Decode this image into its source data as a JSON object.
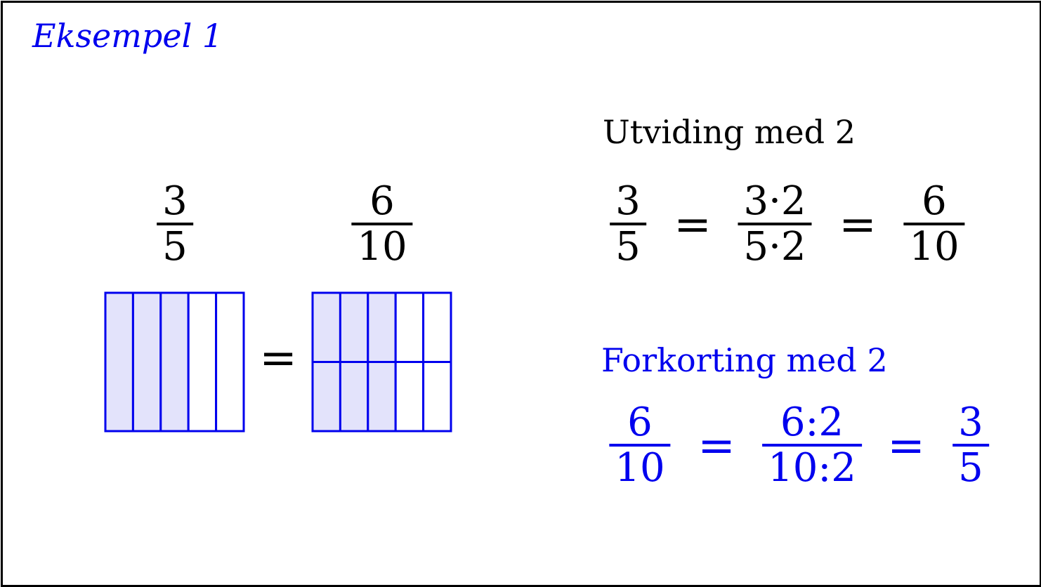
{
  "title": "Eksempel 1",
  "colors": {
    "accent": "#0000ee",
    "shade": "#e3e3fb",
    "ink": "#000000"
  },
  "visual": {
    "left": {
      "numerator": "3",
      "denominator": "5",
      "columns": 5,
      "rows": 1,
      "shaded_columns": 3
    },
    "equals": "=",
    "right": {
      "numerator": "6",
      "denominator": "10",
      "columns": 5,
      "rows": 2,
      "shaded_columns": 3
    }
  },
  "expansion": {
    "heading": "Utviding med 2",
    "terms": [
      {
        "numerator": "3",
        "denominator": "5"
      },
      {
        "numerator": "3·2",
        "denominator": "5·2"
      },
      {
        "numerator": "6",
        "denominator": "10"
      }
    ],
    "equals": "="
  },
  "reduction": {
    "heading": "Forkorting med 2",
    "terms": [
      {
        "numerator": "6",
        "denominator": "10"
      },
      {
        "numerator": "6:2",
        "denominator": "10:2"
      },
      {
        "numerator": "3",
        "denominator": "5"
      }
    ],
    "equals": "="
  }
}
